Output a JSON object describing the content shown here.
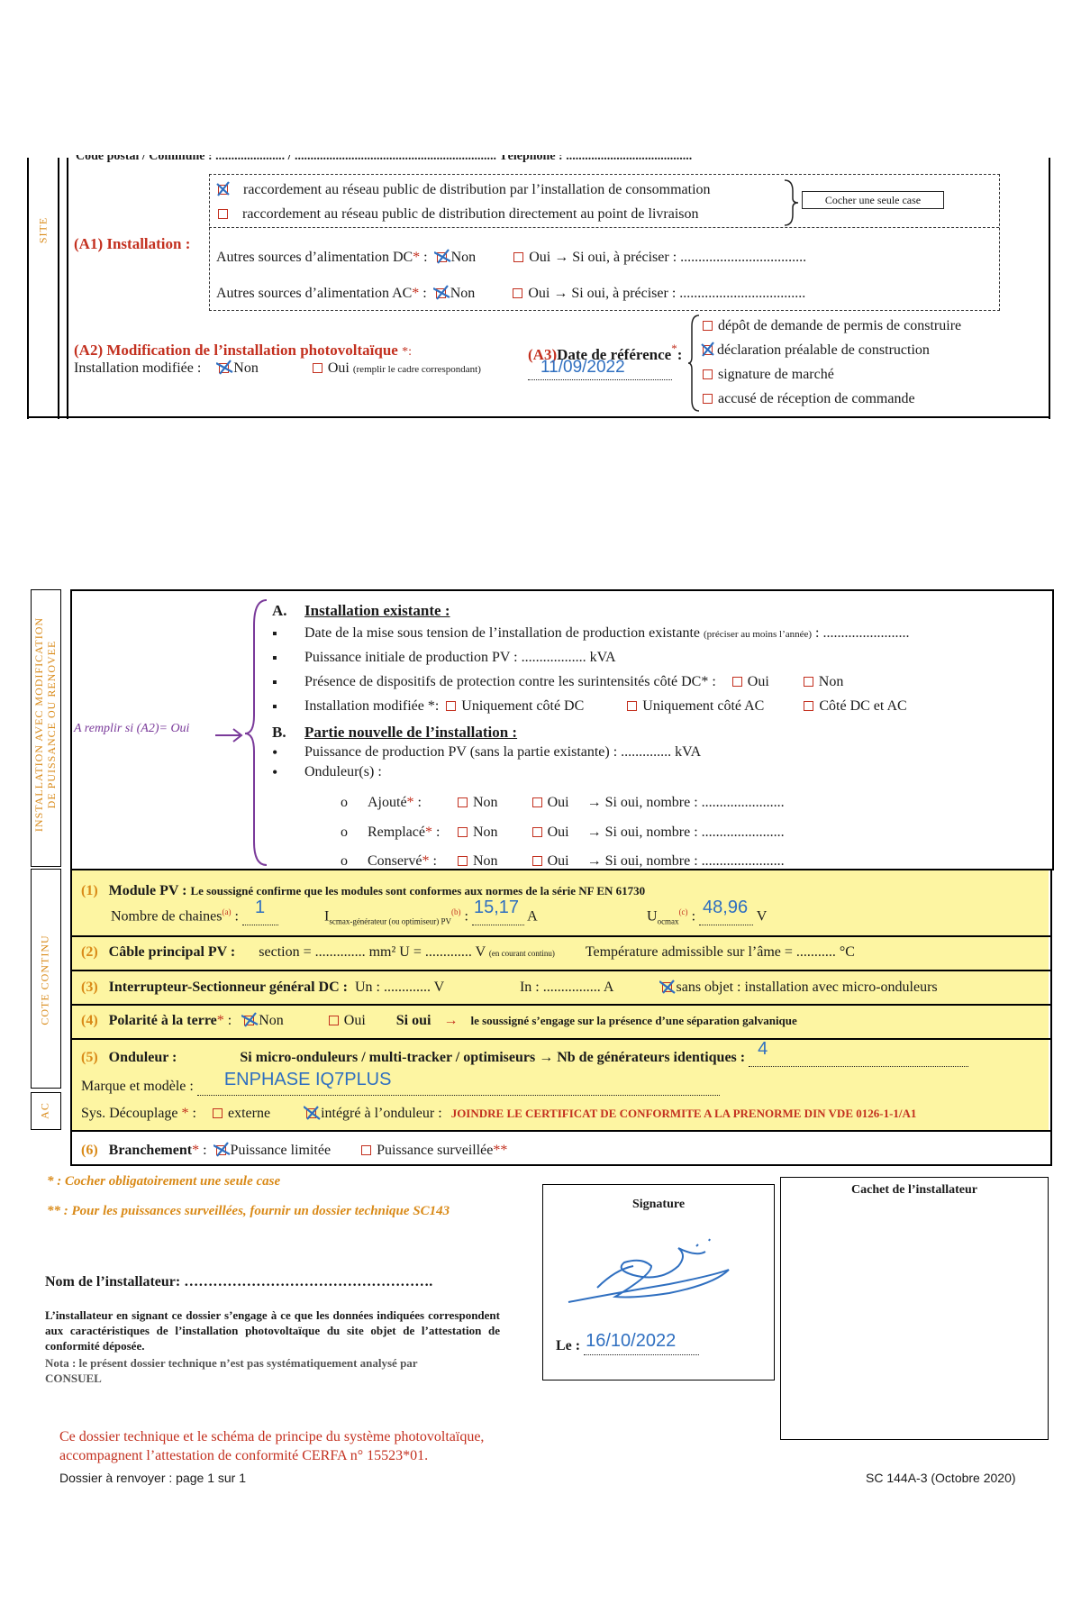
{
  "colors": {
    "form_red": "#c3301f",
    "label_orange": "#d98a18",
    "handwriting_blue": "#2f6fc0",
    "highlight_yellow": "#fdf5a2",
    "arrow_purple": "#7a3a9a"
  },
  "top": {
    "cut_header": "Code postal / Commune : ...................... / ................................................................ Téléphone : ........................................",
    "site_label": "SITE",
    "a1_label": "(A1) Installation :",
    "raccord_1": "raccordement au réseau public de distribution par l’installation de consommation",
    "raccord_2": "raccordement au réseau public de distribution directement au point de livraison",
    "cocher_seule": "Cocher une seule case",
    "dc_label": "Autres sources d’alimentation DC",
    "ac_label": "Autres sources d’alimentation AC",
    "star": "*",
    "colon": ":",
    "non": "Non",
    "oui_preciser": "Oui  → Si oui, à préciser : ...................................",
    "a2_label": "(A2) Modification de l’installation photovoltaïque",
    "a2_star": "*:",
    "inst_modifiee": "Installation modifiée :",
    "oui": "Oui",
    "oui_note": "(remplir le cadre correspondant)",
    "a3_label": "(A3)",
    "a3_text": "Date de référence",
    "a3_date": "11/09/2022",
    "ref_1": "dépôt de demande de permis de construire",
    "ref_2": "déclaration préalable de construction",
    "ref_3": "signature de marché",
    "ref_4": "accusé de réception de commande"
  },
  "middle": {
    "vertical_label_1": "INSTALLATION AVEC MODIFICATION",
    "vertical_label_2": "DE PUISSANCE OU RENOVEE",
    "a_remplir": "A remplir si (A2)= Oui",
    "A_letter": "A.",
    "A_title": "Installation existante :",
    "A_1": "Date de la mise sous tension de l’installation de production existante",
    "A_1_note": "(préciser au moins l’année)",
    "A_1_tail": ": ........................",
    "A_2": "Puissance initiale de production PV : .................. kVA",
    "A_3": "Présence de dispositifs de protection contre les surintensités côté DC* :",
    "A_4": "Installation modifiée *:",
    "opt_dc": "Uniquement côté DC",
    "opt_ac": "Uniquement côté AC",
    "opt_both": "Côté DC et AC",
    "B_letter": "B.",
    "B_title": "Partie nouvelle de l’installation :",
    "B_1": "Puissance de production PV (sans la partie existante) : .............. kVA",
    "B_2": "Onduleur(s) :",
    "ond_ajoute": "Ajouté",
    "ond_remplace": "Remplacé",
    "ond_conserve": "Conservé",
    "si_oui_nombre": "→ Si oui, nombre : .......................",
    "bullet": "▪",
    "circle": "o"
  },
  "dc": {
    "vertical_label": "COTE CONTINU",
    "ac_vertical": "AC",
    "s1_num": "(1)",
    "s1_title": "Module  PV :",
    "s1_text": "Le soussigné confirme que les modules sont conformes aux normes de la série NF EN 61730",
    "s1_chaines": "Nombre de chaines",
    "s1_chaines_val": "1",
    "s1_isc": "I",
    "s1_isc_sub": "scmax-générateur (ou optimiseur) PV",
    "s1_isc_val": "15,17",
    "s1_uoc": "U",
    "s1_uoc_sub": "ocmax",
    "s1_uoc_val": "48,96",
    "unit_a": "A",
    "unit_v": "V",
    "s2_num": "(2)",
    "s2_title": "Câble principal PV :",
    "s2_text": "section = .............. mm²      U = ............. V",
    "s2_note": "(en courant continu)",
    "s2_temp": "Température admissible sur l’âme = ........... °C",
    "s3_num": "(3)",
    "s3_title": "Interrupteur-Sectionneur général DC :",
    "s3_un": "Un : ............. V",
    "s3_in": "In : ................ A",
    "s3_sans": "sans objet : installation avec micro-onduleurs",
    "s4_num": "(4)",
    "s4_title": "Polarité à la terre",
    "s4_non": "Non",
    "s4_oui": "Oui",
    "s4_si_oui": "Si oui",
    "s4_arrow": "→",
    "s4_text": "le soussigné s’engage sur la présence d’une séparation galvanique",
    "s5_num": "(5)",
    "s5_title": "Onduleur :",
    "s5_text": "Si micro-onduleurs / multi-tracker / optimiseurs → Nb de générateurs identiques :",
    "s5_val": "4",
    "s5_marque": "Marque et modèle :",
    "s5_marque_val": "ENPHASE IQ7PLUS",
    "s5_sys": "Sys. Découplage",
    "s5_externe": "externe",
    "s5_integre": "intégré à l’onduleur :",
    "s5_joindre": "JOINDRE LE CERTIFICAT DE CONFORMITE A LA PRENORME DIN VDE 0126-1-1/A1",
    "s6_num": "(6)",
    "s6_title": "Branchement",
    "s6_limitee": "Puissance limitée",
    "s6_surveillee": "Puissance surveillée",
    "s6_stars": "**"
  },
  "footer": {
    "note_1": "* : Cocher obligatoirement une seule case",
    "note_2": "** : Pour les puissances surveillées, fournir un dossier technique SC143",
    "signature_title": "Signature",
    "cachet_title": "Cachet de l’installateur",
    "le_label": "Le :",
    "le_date": "16/10/2022",
    "nom_installateur": "Nom de l’installateur: …………………………………………….",
    "engage": "L’installateur en signant ce dossier s’engage à ce que les données indiquées correspondent aux caractéristiques de l’installation photovoltaïque du site objet de l’attestation de conformité déposée.",
    "nota": "Nota : le présent dossier technique n’est pas systématiquement analysé par CONSUEL",
    "dossier_1": "Ce dossier technique et le schéma de principe du système photovoltaïque,",
    "dossier_2": "accompagnent l’attestation de conformité CERFA n° 15523*01.",
    "renvoyer": "Dossier à renvoyer : page 1 sur 1",
    "ref": "SC 144A-3 (Octobre 2020)"
  }
}
